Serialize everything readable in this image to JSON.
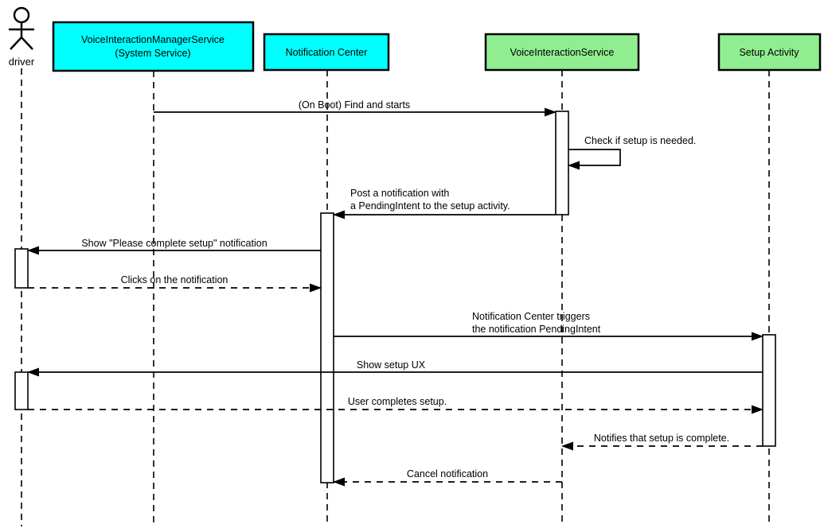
{
  "diagram_type": "uml-sequence-diagram",
  "colors": {
    "system_participant_fill": "#00FFFF",
    "service_participant_fill": "#90EE90",
    "line_color": "#000000",
    "background": "#FFFFFF"
  },
  "participants": {
    "driver": {
      "label": "driver",
      "kind": "actor"
    },
    "vims": {
      "label_line1": "VoiceInteractionManagerService",
      "label_line2": "(System Service)",
      "fill": "#00FFFF"
    },
    "notification_center": {
      "label": "Notification Center",
      "fill": "#00FFFF"
    },
    "vis": {
      "label": "VoiceInteractionService",
      "fill": "#90EE90"
    },
    "setup_activity": {
      "label": "Setup Activity",
      "fill": "#90EE90"
    }
  },
  "messages": {
    "on_boot_find_and_starts": {
      "label": "(On Boot) Find and starts",
      "from": "vims",
      "to": "vis",
      "line_style": "solid"
    },
    "check_if_setup_needed": {
      "label": "Check if setup is needed.",
      "from": "vis",
      "to": "vis",
      "line_style": "solid"
    },
    "post_notification": {
      "label_line1": "Post a notification with",
      "label_line2": "a PendingIntent to the setup activity.",
      "from": "vis",
      "to": "notification_center",
      "line_style": "solid"
    },
    "show_complete_setup_notification": {
      "label": "Show \"Please complete setup\" notification",
      "from": "notification_center",
      "to": "driver",
      "line_style": "solid"
    },
    "clicks_on_notification": {
      "label": "Clicks on the notification",
      "from": "driver",
      "to": "notification_center",
      "line_style": "dashed"
    },
    "triggers_pendingintent": {
      "label_line1": "Notification Center triggers",
      "label_line2": "the notification PendingIntent",
      "from": "notification_center",
      "to": "setup_activity",
      "line_style": "solid"
    },
    "show_setup_ux": {
      "label": "Show setup UX",
      "from": "setup_activity",
      "to": "driver",
      "line_style": "solid"
    },
    "user_completes_setup": {
      "label": "User completes setup.",
      "from": "driver",
      "to": "setup_activity",
      "line_style": "dashed"
    },
    "notifies_setup_complete": {
      "label": "Notifies that setup is complete.",
      "from": "setup_activity",
      "to": "vis",
      "line_style": "dashed"
    },
    "cancel_notification": {
      "label": "Cancel notification",
      "from": "vis",
      "to": "notification_center",
      "line_style": "dashed"
    }
  }
}
